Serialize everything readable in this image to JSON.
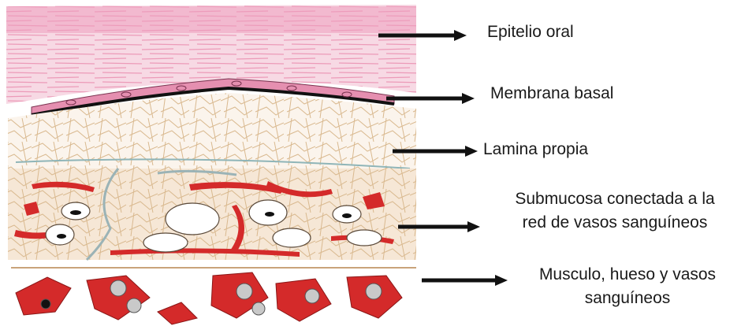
{
  "labels": {
    "epitelio": "Epitelio oral",
    "membrana": "Membrana basal",
    "lamina": "Lamina propia",
    "submucosa_line1": "Submucosa conectada a la",
    "submucosa_line2": "red de vasos sanguíneos",
    "musculo_line1": "Musculo, hueso y vasos",
    "musculo_line2": "sanguíneos"
  },
  "colors": {
    "epithelium_pink": "#f3c6d6",
    "membrane_pink": "#e58fb0",
    "membrane_line": "#111111",
    "fiber_tan": "#d9b98f",
    "vessel_red": "#d42a2a",
    "arrow": "#111111"
  }
}
